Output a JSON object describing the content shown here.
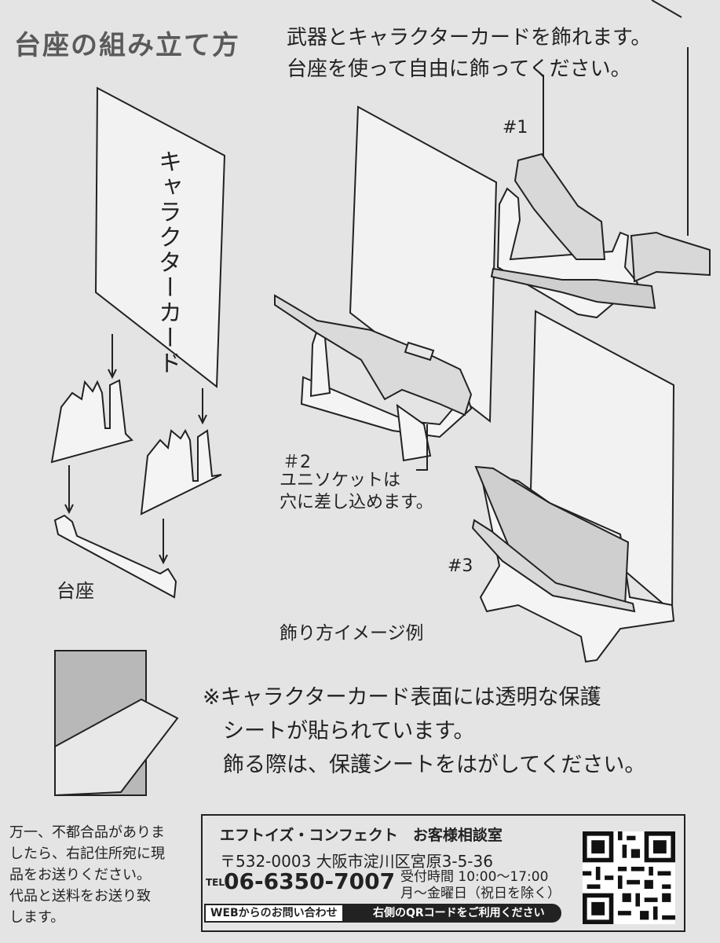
{
  "header": {
    "title": "台座の組み立て方",
    "intro_line1": "武器とキャラクターカードを飾れます。",
    "intro_line2": "台座を使って自由に飾ってください。"
  },
  "diagram": {
    "card_label": "キャラクターカード",
    "base_label": "台座",
    "example_1": "#1",
    "example_2": "＃2",
    "socket_note_1": "ユニソケットは",
    "socket_note_2": "穴に差し込めます。",
    "example_3": "#3",
    "display_caption": "飾り方イメージ例"
  },
  "protection_note": {
    "line1": "※キャラクターカード表面には透明な保護",
    "line2": "シートが貼られています。",
    "line3": "飾る際は、保護シートをはがしてください。"
  },
  "warranty": {
    "line1": "万一、不都合品がありま",
    "line2": "したら、右記住所宛に現",
    "line3": "品をお送りください。",
    "line4": "代品と送料をお送り致",
    "line5": "します。"
  },
  "contact": {
    "company": "エフトイズ・コンフェクト　お客様相談室",
    "address": "〒532-0003 大阪市淀川区宮原3-5-36",
    "tel_prefix": "TEL",
    "tel": "06-6350-7007",
    "hours_line1": "受付時間 10:00～17:00",
    "hours_line2": "月～金曜日（祝日を除く）",
    "web_label": "WEBからのお問い合わせ",
    "qr_label": "右側のQRコードをご利用ください"
  }
}
